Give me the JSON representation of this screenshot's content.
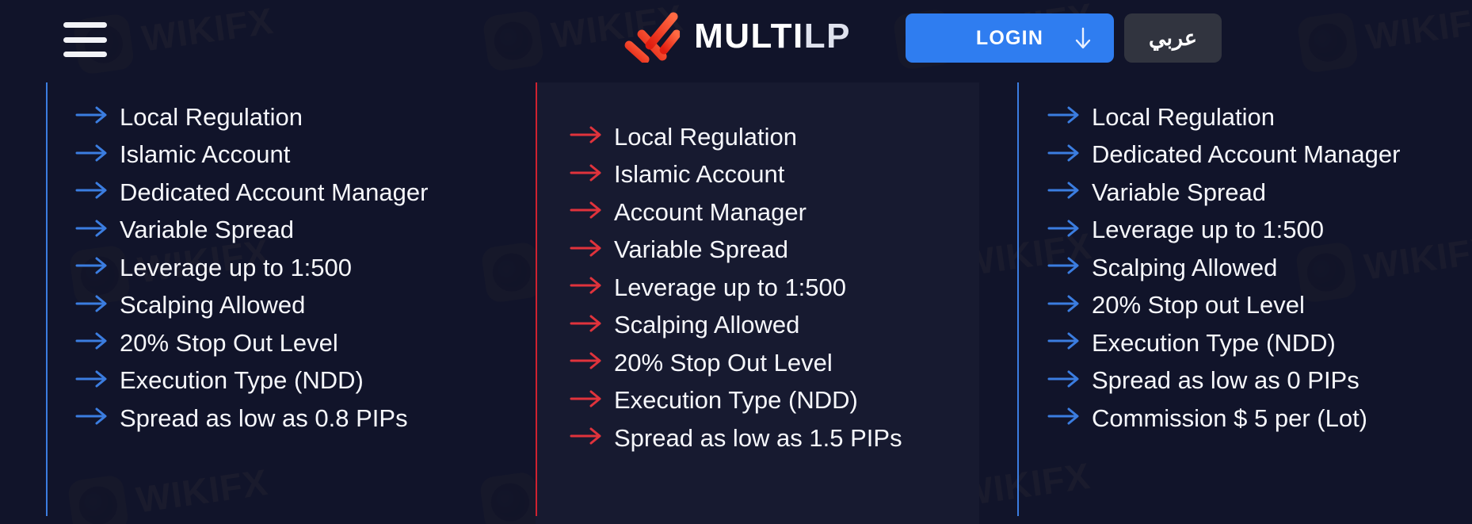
{
  "header": {
    "menu_icon": "hamburger-menu-icon",
    "brand": {
      "mark_icon": "multilp-chevron-logo-icon",
      "name_strong": "MULTI",
      "name_light": "LP",
      "accent_color": "#f0392b"
    },
    "login": {
      "label": "LOGIN",
      "arrow_icon": "arrow-down-icon",
      "background_color": "#2f7df0"
    },
    "language": {
      "label": "عربي",
      "background_color": "#31343f"
    }
  },
  "columns": [
    {
      "id": "column-1",
      "accent_color": "#3b7de0",
      "arrow_icon": "arrow-right-icon",
      "items": [
        "Local Regulation",
        "Islamic Account",
        "Dedicated Account Manager",
        "Variable Spread",
        "Leverage up to 1:500",
        "Scalping Allowed",
        "20% Stop Out Level",
        "Execution Type (NDD)",
        "Spread as low as 0.8 PIPs"
      ]
    },
    {
      "id": "column-2",
      "accent_color": "#cf2230",
      "arrow_icon": "arrow-right-icon",
      "items": [
        "Local Regulation",
        "Islamic Account",
        "Account Manager",
        "Variable Spread",
        "Leverage up to 1:500",
        "Scalping Allowed",
        "20% Stop Out Level",
        "Execution Type (NDD)",
        "Spread as low as 1.5 PIPs"
      ]
    },
    {
      "id": "column-3",
      "accent_color": "#3b7de0",
      "arrow_icon": "arrow-right-icon",
      "items": [
        "Local Regulation",
        "Dedicated Account Manager",
        "Variable Spread",
        "Leverage up to 1:500",
        "Scalping Allowed",
        "20% Stop out Level",
        "Execution Type (NDD)",
        "Spread as low as 0 PIPs",
        "Commission $ 5 per (Lot)"
      ]
    }
  ],
  "watermark": {
    "text": "WIKIFX"
  }
}
